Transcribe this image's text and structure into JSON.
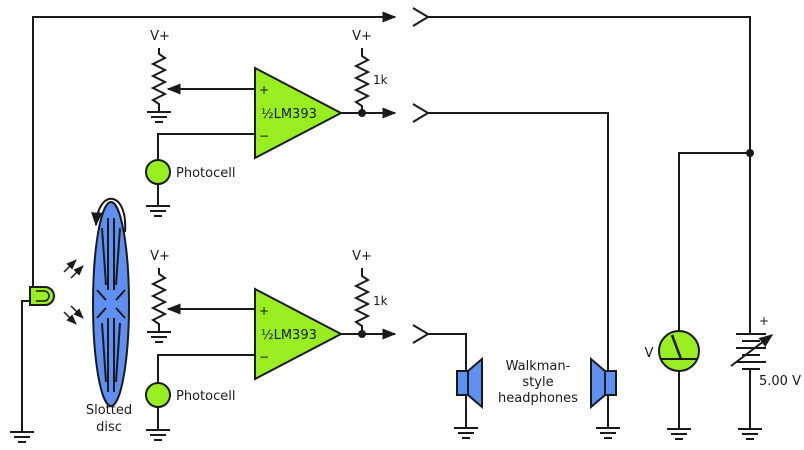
{
  "title": "Slotted disc optical tachometer with LM393 comparators",
  "colors": {
    "wire": "#1a1a1a",
    "green": "#99ee22",
    "blue": "#5f8ff0"
  },
  "labels": {
    "vplus": "V+",
    "pullup": "1k",
    "comparator": "½LM393",
    "plus": "+",
    "minus": "−",
    "photocell": "Photocell",
    "disc": [
      "Slotted",
      "disc"
    ],
    "headphones": [
      "Walkman-",
      "style",
      "headphones"
    ],
    "meter": "V",
    "battery_plus": "+",
    "battery_value": "5.00 V"
  },
  "components": [
    {
      "id": "U1A",
      "type": "comparator",
      "label": "½LM393"
    },
    {
      "id": "U1B",
      "type": "comparator",
      "label": "½LM393"
    },
    {
      "id": "PC1",
      "type": "photocell",
      "label": "Photocell"
    },
    {
      "id": "PC2",
      "type": "photocell",
      "label": "Photocell"
    },
    {
      "id": "R1",
      "type": "resistor",
      "value": "1k"
    },
    {
      "id": "R2",
      "type": "resistor",
      "value": "1k"
    },
    {
      "id": "RV1",
      "type": "potentiometer"
    },
    {
      "id": "RV2",
      "type": "potentiometer"
    },
    {
      "id": "D1",
      "type": "led"
    },
    {
      "id": "DISC",
      "type": "slotted-disc",
      "label": "Slotted disc"
    },
    {
      "id": "HP",
      "type": "headphones",
      "label": "Walkman-style headphones"
    },
    {
      "id": "M1",
      "type": "voltmeter",
      "label": "V"
    },
    {
      "id": "B1",
      "type": "variable-supply",
      "value": "5.00 V"
    }
  ]
}
